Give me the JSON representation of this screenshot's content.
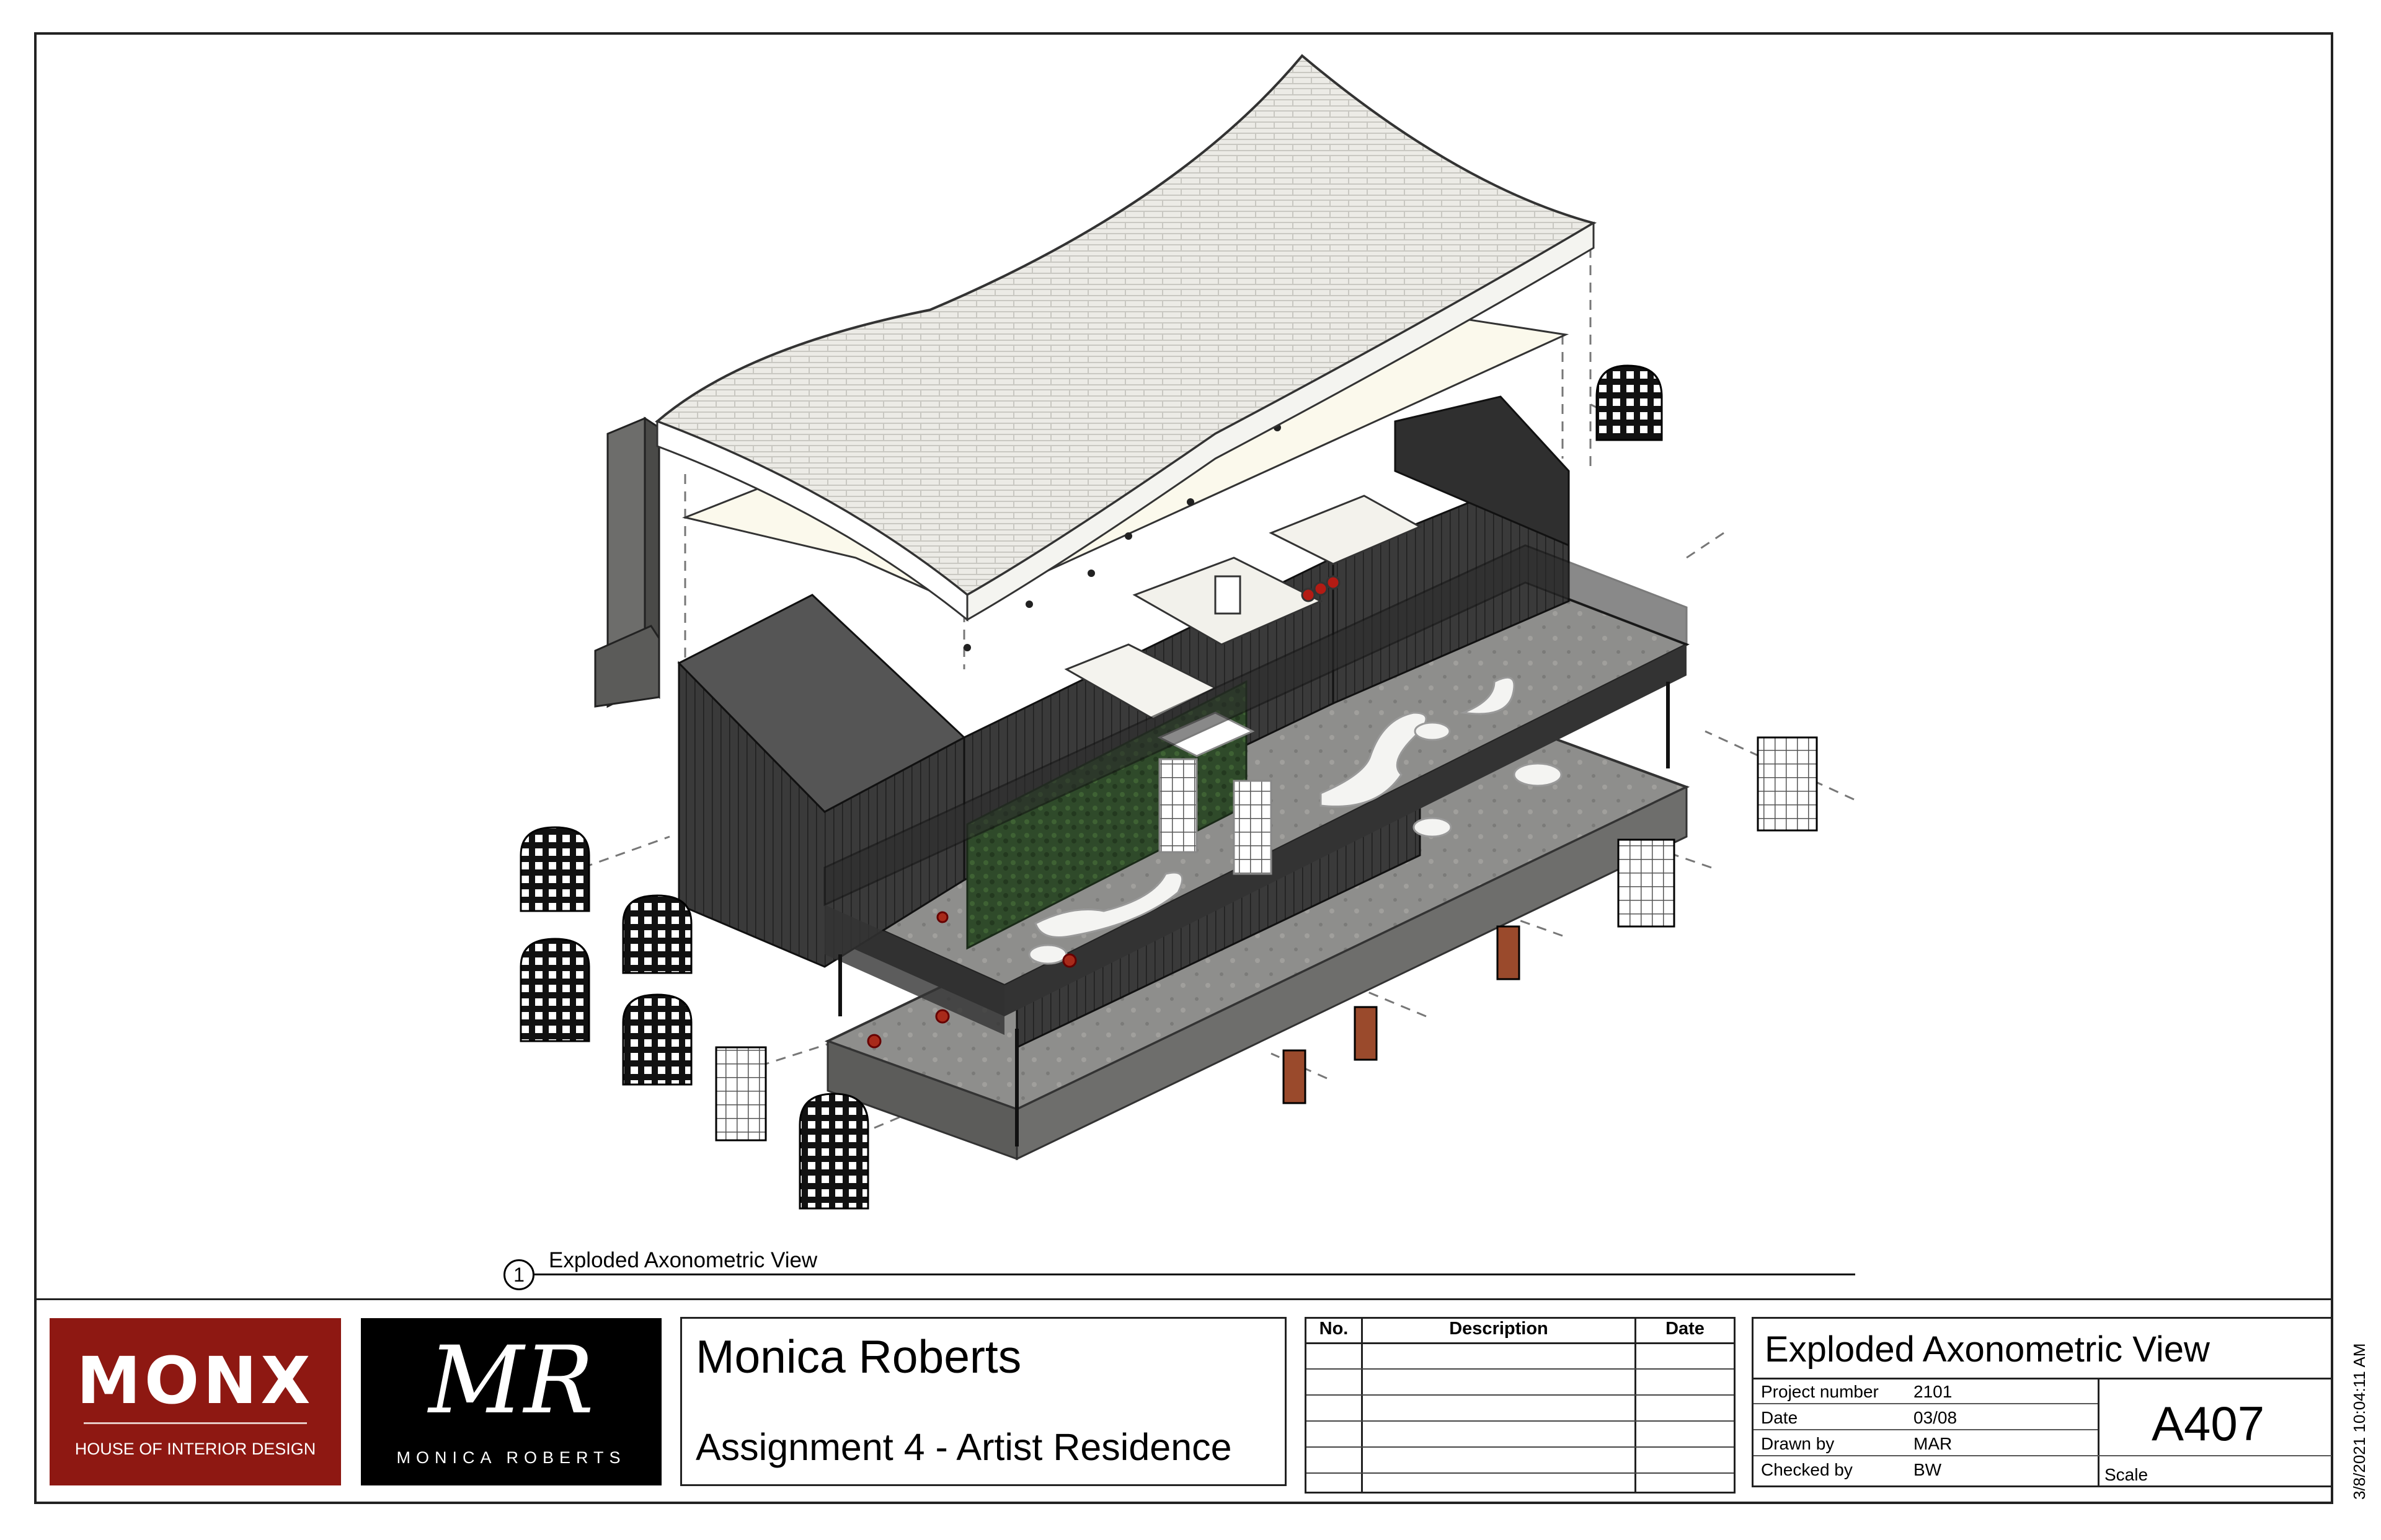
{
  "drawing": {
    "view_number": "1",
    "view_title": "Exploded Axonometric View"
  },
  "title_block": {
    "company_logo": {
      "name": "MONX",
      "tagline": "HOUSE OF INTERIOR DESIGN",
      "color": "#8e1812"
    },
    "designer_logo": {
      "monogram": "MR",
      "name": "MONICA ROBERTS"
    },
    "client_name": "Monica Roberts",
    "project_name": "Assignment 4 - Artist Residence",
    "revision_table": {
      "headers": [
        "No.",
        "Description",
        "Date"
      ],
      "rows": []
    },
    "sheet_title": "Exploded Axonometric View",
    "fields": [
      {
        "label": "Project number",
        "value": "2101"
      },
      {
        "label": "Date",
        "value": "03/08"
      },
      {
        "label": "Drawn by",
        "value": "MAR"
      },
      {
        "label": "Checked by",
        "value": "BW"
      }
    ],
    "sheet_number": "A407",
    "scale_label": "Scale",
    "print_timestamp": "3/8/2021 10:04:11 AM"
  }
}
